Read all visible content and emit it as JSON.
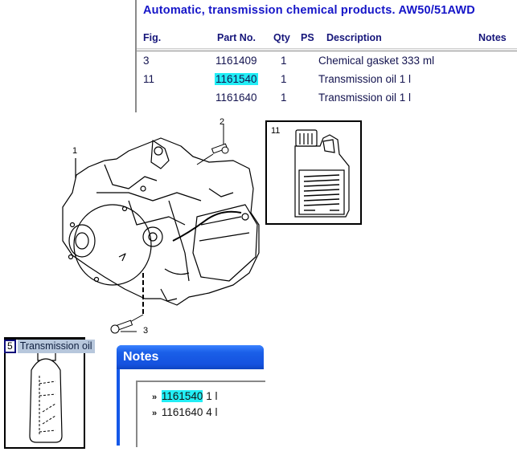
{
  "parts_table": {
    "title": "Automatic, transmission chemical products. AW50/51AWD",
    "headers": {
      "fig": "Fig.",
      "part_no": "Part No.",
      "qty": "Qty",
      "ps": "PS",
      "description": "Description",
      "notes": "Notes"
    },
    "rows": [
      {
        "fig": "3",
        "part_no": "1161409",
        "qty": "1",
        "ps": "",
        "description": "Chemical gasket 333 ml",
        "notes": "",
        "highlighted": false
      },
      {
        "fig": "11",
        "part_no": "1161540",
        "qty": "1",
        "ps": "",
        "description": "Transmission oil 1 l",
        "notes": "",
        "highlighted": true
      },
      {
        "fig": "",
        "part_no": "1161640",
        "qty": "1",
        "ps": "",
        "description": "Transmission oil 1 l",
        "notes": "",
        "highlighted": false
      }
    ],
    "highlight_color": "#22eef5",
    "title_color": "#1515c8"
  },
  "diagram": {
    "callouts": [
      "1",
      "2",
      "3"
    ],
    "oilcan_callout": "11"
  },
  "thumbnail": {
    "number": "5",
    "label": "Transmission oil"
  },
  "notes_window": {
    "title": "Notes",
    "items": [
      {
        "bullet": "»",
        "part_no": "1161540",
        "text": " 1 l",
        "highlighted": true
      },
      {
        "bullet": "»",
        "part_no": "1161640",
        "text": " 4 l",
        "highlighted": false
      }
    ],
    "titlebar_color": "#1458e8"
  }
}
